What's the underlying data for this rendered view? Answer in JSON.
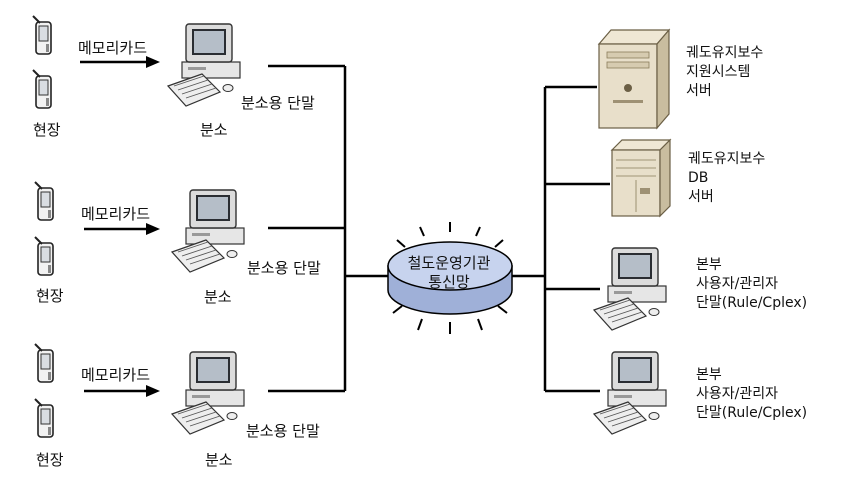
{
  "hub": {
    "line1": "철도운영기관",
    "line2": "통신망"
  },
  "branches": [
    {
      "field_label": "현장",
      "arrow_label": "메모리카드",
      "terminal_label": "분소용 단말",
      "office_label": "분소"
    },
    {
      "field_label": "현장",
      "arrow_label": "메모리카드",
      "terminal_label": "분소용 단말",
      "office_label": "분소"
    },
    {
      "field_label": "현장",
      "arrow_label": "메모리카드",
      "terminal_label": "분소용 단말",
      "office_label": "분소"
    }
  ],
  "right_nodes": [
    {
      "icon": "server-tower-icon",
      "lines": [
        "궤도유지보수",
        "지원시스템",
        "서버"
      ]
    },
    {
      "icon": "database-server-icon",
      "lines": [
        "궤도유지보수",
        "DB",
        "서버"
      ]
    },
    {
      "icon": "computer-icon",
      "lines": [
        "본부",
        "사용자/관리자",
        "단말(Rule/Cplex)"
      ]
    },
    {
      "icon": "computer-icon",
      "lines": [
        "본부",
        "사용자/관리자",
        "단말(Rule/Cplex)"
      ]
    }
  ]
}
